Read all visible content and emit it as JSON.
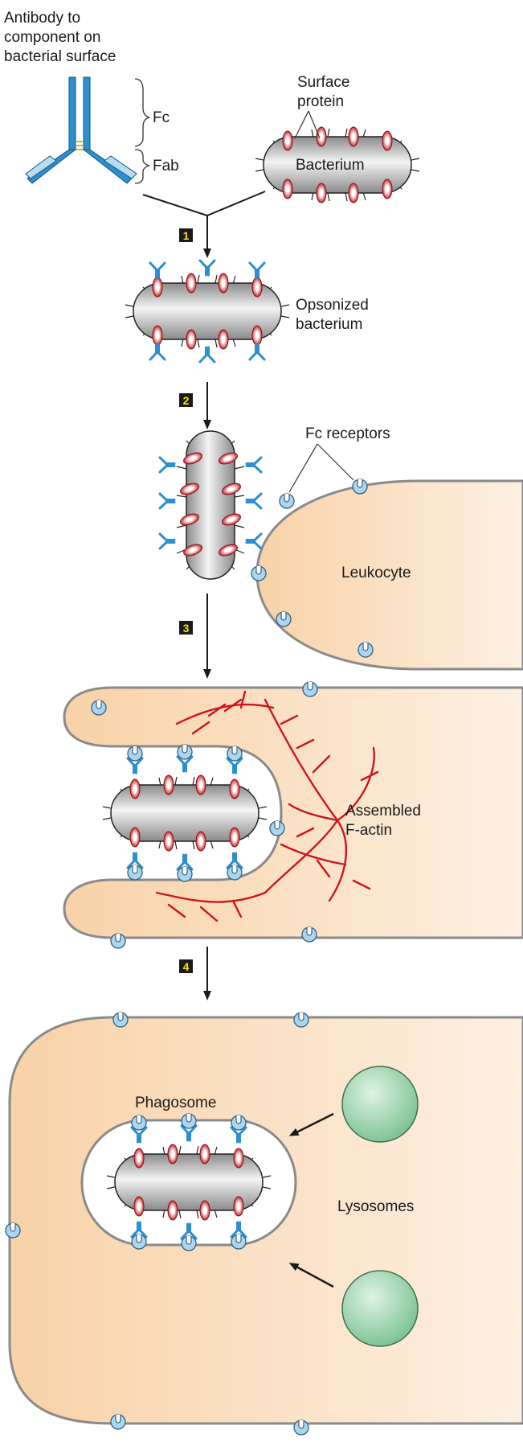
{
  "labels": {
    "antibody_1": "Antibody to",
    "antibody_2": "component on",
    "antibody_3": "bacterial surface",
    "fc": "Fc",
    "fab": "Fab",
    "surface_protein_1": "Surface",
    "surface_protein_2": "protein",
    "bacterium": "Bacterium",
    "opsonized_1": "Opsonized",
    "opsonized_2": "bacterium",
    "fc_receptors": "Fc receptors",
    "leukocyte": "Leukocyte",
    "assembled_1": "Assembled",
    "assembled_2": "F-actin",
    "phagosome": "Phagosome",
    "lysosomes": "Lysosomes"
  },
  "steps": [
    "1",
    "2",
    "3",
    "4"
  ],
  "colors": {
    "antibody": "#2b8fd0",
    "antibody_light": "#b9dcef",
    "protein_red": "#c8282e",
    "receptor": "#a9d6f2",
    "cell": "#fad8b4",
    "actin": "#d0141e",
    "lysosome": "#a8dbb5",
    "step_box": "#1a1a1a",
    "step_text": "#ffe200"
  }
}
